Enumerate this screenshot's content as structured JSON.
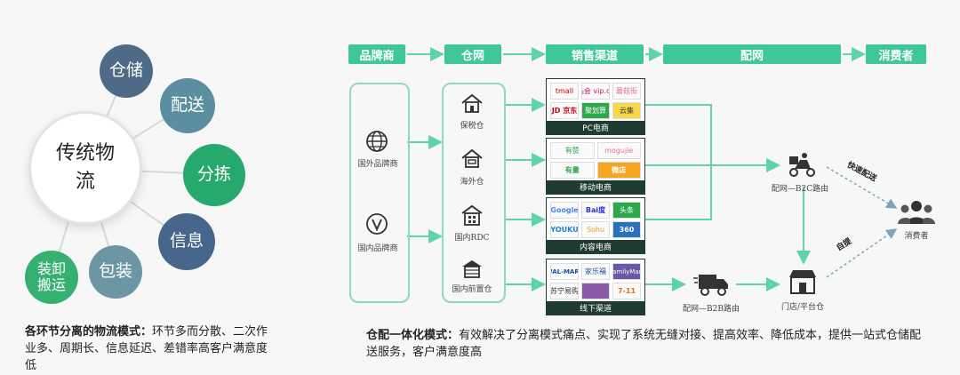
{
  "left": {
    "center_label": "传统物流",
    "bubbles": [
      "仓储",
      "配送",
      "分拣",
      "信息",
      "包装",
      "装卸搬运"
    ],
    "caption_title": "各环节分离的物流模式：",
    "caption_body": "环节多而分散、二次作业多、周期长、信息延迟、差错率高客户满意度低",
    "colors": {
      "navy": "#4f6a86",
      "teal": "#5a8ea0",
      "green": "#27a96d",
      "steel": "#47678a",
      "light_green": "#36b071",
      "gray_blue": "#6d96a5"
    }
  },
  "right": {
    "headers": [
      "品牌商",
      "仓网",
      "销售渠道",
      "配网",
      "消费者"
    ],
    "brands": [
      "国外品牌商",
      "国内品牌商"
    ],
    "warehouses": [
      "保税仓",
      "海外仓",
      "国内RDC",
      "国内前置仓"
    ],
    "channels": [
      {
        "title": "PC电商",
        "logos": [
          "tmall",
          "唯品会 vip.com",
          "蘑菇街",
          "JD 京东",
          "聚划算",
          "云集"
        ]
      },
      {
        "title": "移动电商",
        "logos": [
          "有赞",
          "mogujie",
          "有量",
          "微店"
        ]
      },
      {
        "title": "内容电商",
        "logos": [
          "Google",
          "Bai度",
          "头条",
          "YOUKU",
          "Sohu",
          "360"
        ]
      },
      {
        "title": "线下渠道",
        "logos": [
          "WAL-MART",
          "家乐福",
          "FamilyMart",
          "苏宁易购",
          "",
          "7-11"
        ]
      }
    ],
    "nodes": {
      "b2c": "配网—B2C路由",
      "b2b": "配网—B2B路由",
      "store": "门店/平台仓",
      "consumer": "消费者"
    },
    "edges": {
      "express": "快速配送",
      "pickup": "自提"
    },
    "caption_title": "仓配一体化模式：",
    "caption_body": "有效解决了分离模式痛点、实现了系统无缝对接、提高效率、降低成本，提供一站式仓储配送服务，客户满意度高",
    "colors": {
      "header": "#3fc79a",
      "box_border": "#8fd9bf",
      "panel_dark": "#1f3b32",
      "arrow": "#5fd3ae"
    }
  }
}
